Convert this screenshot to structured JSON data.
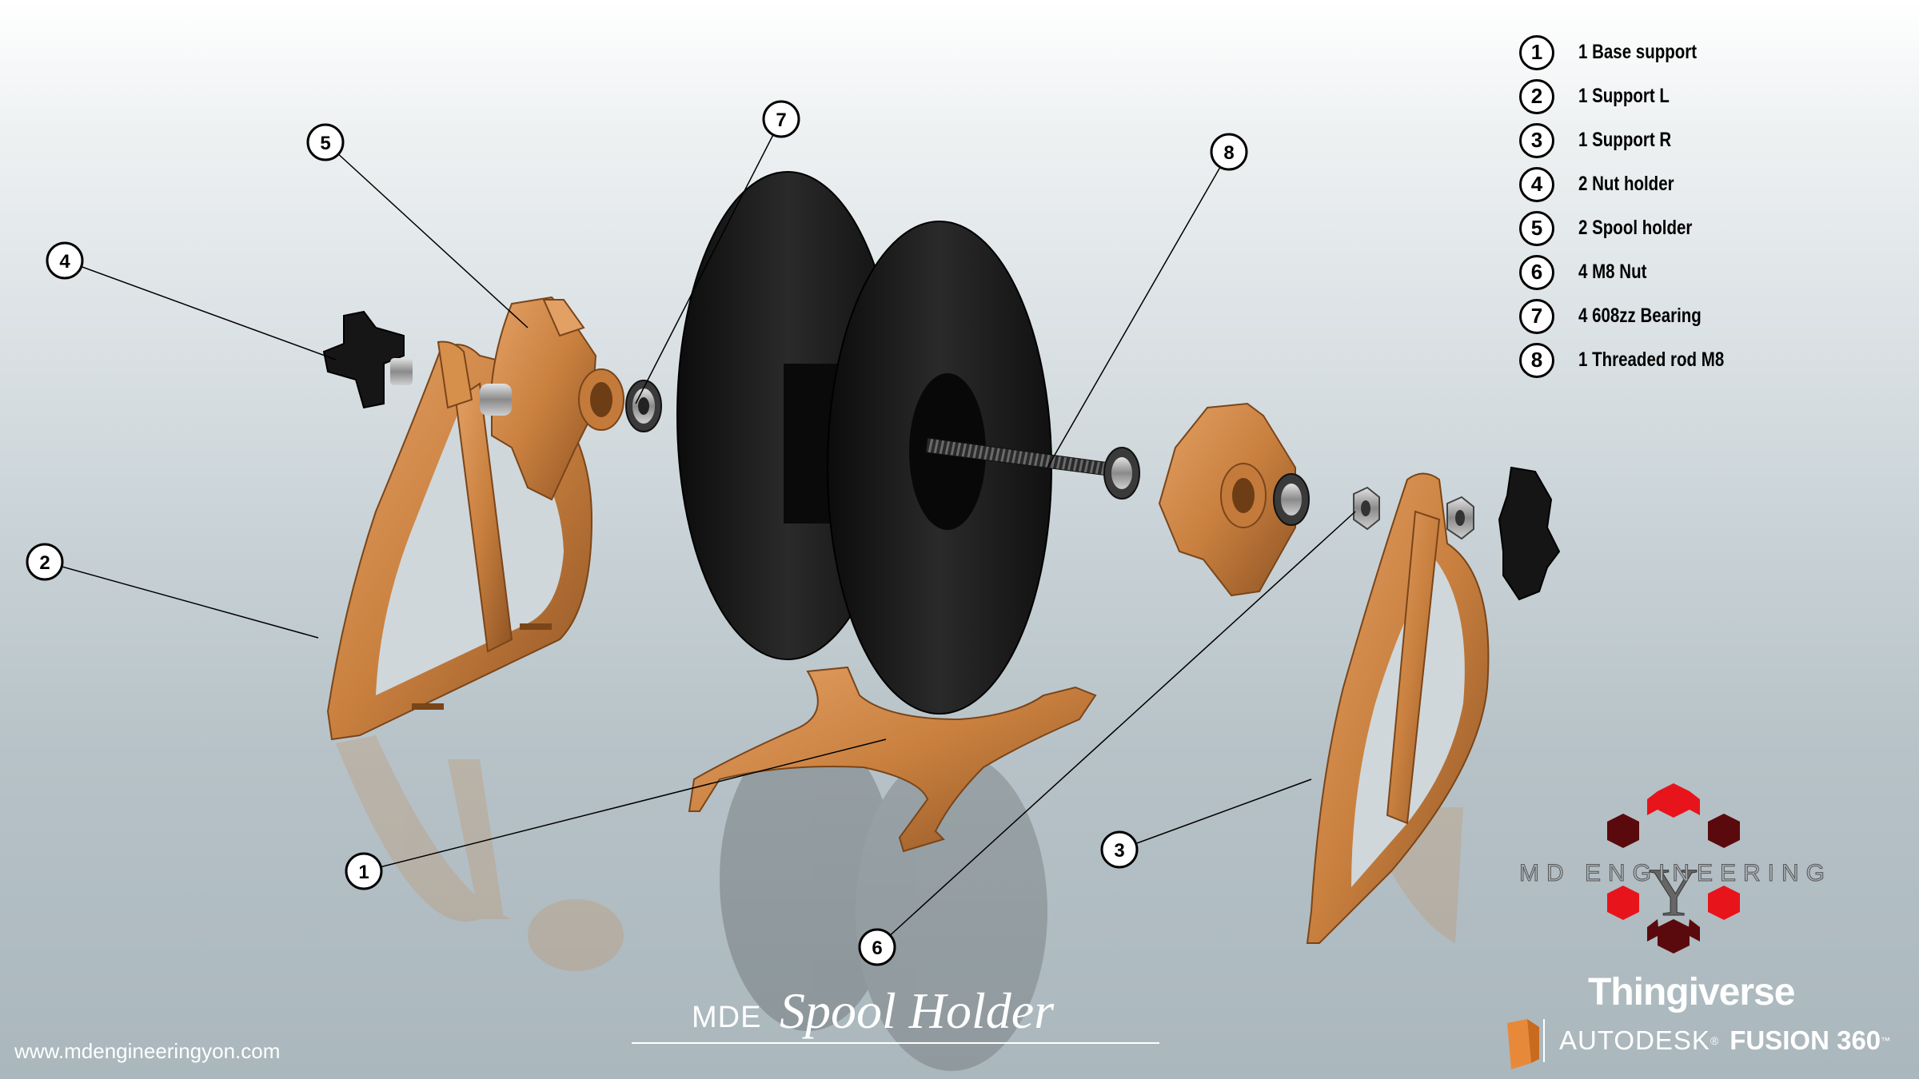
{
  "legend": [
    {
      "num": "1",
      "label": "1 Base support"
    },
    {
      "num": "2",
      "label": "1 Support L"
    },
    {
      "num": "3",
      "label": "1 Support R"
    },
    {
      "num": "4",
      "label": "2 Nut holder"
    },
    {
      "num": "5",
      "label": "2 Spool holder"
    },
    {
      "num": "6",
      "label": "4 M8 Nut"
    },
    {
      "num": "7",
      "label": "4 608zz Bearing"
    },
    {
      "num": "8",
      "label": "1 Threaded rod M8"
    }
  ],
  "callouts": {
    "c1": "1",
    "c2": "2",
    "c3": "3",
    "c4": "4",
    "c5": "5",
    "c6": "6",
    "c7": "7",
    "c8": "8"
  },
  "title": {
    "brand": "MDE",
    "script": "Spool Holder"
  },
  "website": "www.mdengineeringyon.com",
  "branding": {
    "md_engineering": "MD ENGINEERING",
    "logo_letter": "Y",
    "thingiverse": "Thingiverse",
    "autodesk": "AUTODESK",
    "registered": "®",
    "product": "FUSION 360",
    "trademark": "™"
  },
  "colors": {
    "part_orange": "#c9803f",
    "part_dark": "#1a1a1a",
    "logo_red": "#e8141c",
    "logo_dark_red": "#5a0a0c"
  }
}
